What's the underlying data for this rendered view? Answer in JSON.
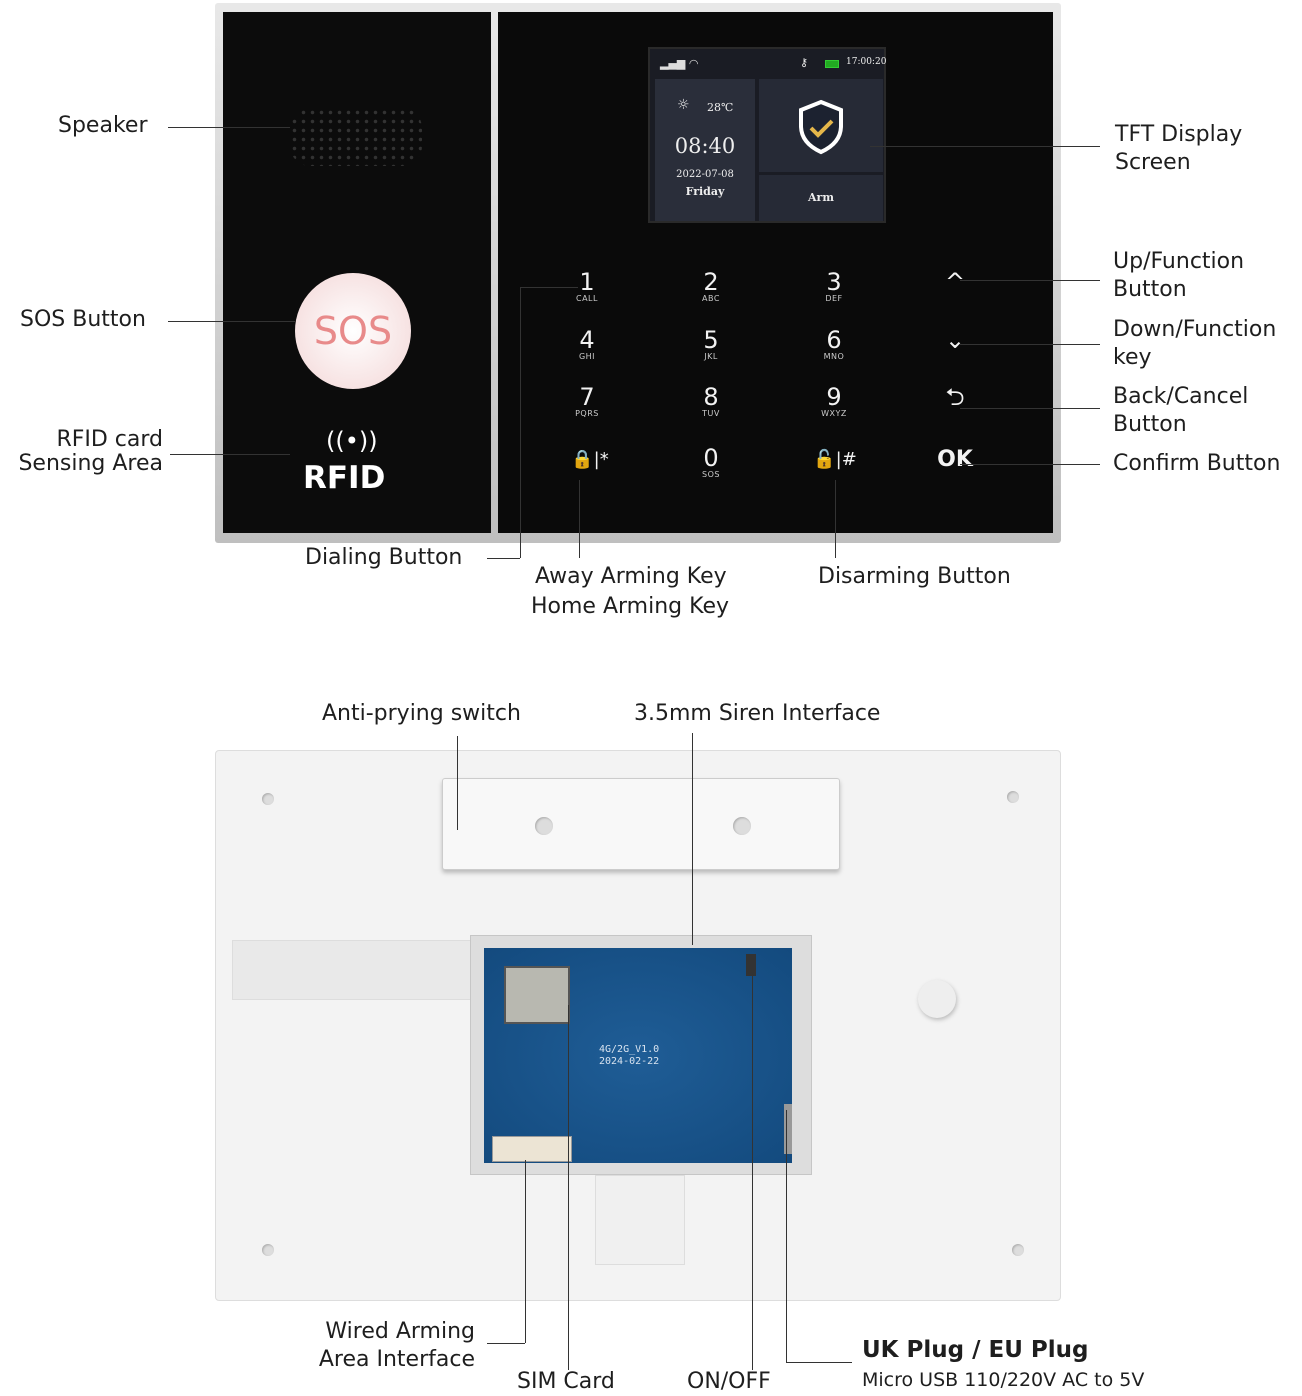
{
  "front": {
    "screen": {
      "time_top": "17:00:20",
      "temperature": "28℃",
      "clock": "08:40",
      "date": "2022-07-08",
      "weekday": "Friday",
      "arm_label": "Arm"
    },
    "sos": "SOS",
    "rfid": "RFID",
    "keys": [
      {
        "n": "1",
        "s": "CALL"
      },
      {
        "n": "2",
        "s": "ABC"
      },
      {
        "n": "3",
        "s": "DEF"
      },
      {
        "n": "^",
        "s": ""
      },
      {
        "n": "4",
        "s": "GHI"
      },
      {
        "n": "5",
        "s": "JKL"
      },
      {
        "n": "6",
        "s": "MNO"
      },
      {
        "n": "⌄",
        "s": ""
      },
      {
        "n": "7",
        "s": "PQRS"
      },
      {
        "n": "8",
        "s": "TUV"
      },
      {
        "n": "9",
        "s": "WXYZ"
      },
      {
        "n": "⮌",
        "s": ""
      },
      {
        "n": "🔒|*",
        "s": ""
      },
      {
        "n": "0",
        "s": "SOS"
      },
      {
        "n": "🔓|#",
        "s": ""
      },
      {
        "n": "OK",
        "s": ""
      }
    ]
  },
  "labels": {
    "speaker": "Speaker",
    "sos_button": "SOS Button",
    "rfid_1": "RFID card",
    "rfid_2": "Sensing Area",
    "tft_1": "TFT Display",
    "tft_2": "Screen",
    "up_1": "Up/Function",
    "up_2": "Button",
    "down_1": "Down/Function",
    "down_2": "key",
    "back_1": "Back/Cancel",
    "back_2": "Button",
    "confirm": "Confirm Button",
    "dialing": "Dialing Button",
    "away": "Away Arming Key",
    "home": "Home Arming Key",
    "disarm": "Disarming Button",
    "anti_prying": "Anti-prying switch",
    "siren": "3.5mm Siren Interface",
    "wired_1": "Wired Arming",
    "wired_2": "Area Interface",
    "sim": "SIM Card",
    "onoff": "ON/OFF",
    "plug": "UK Plug / EU Plug",
    "plug_sub": "Micro USB 110/220V AC to 5V"
  },
  "pcb": {
    "model": "4G/2G_V1.0",
    "date": "2024-02-22"
  }
}
